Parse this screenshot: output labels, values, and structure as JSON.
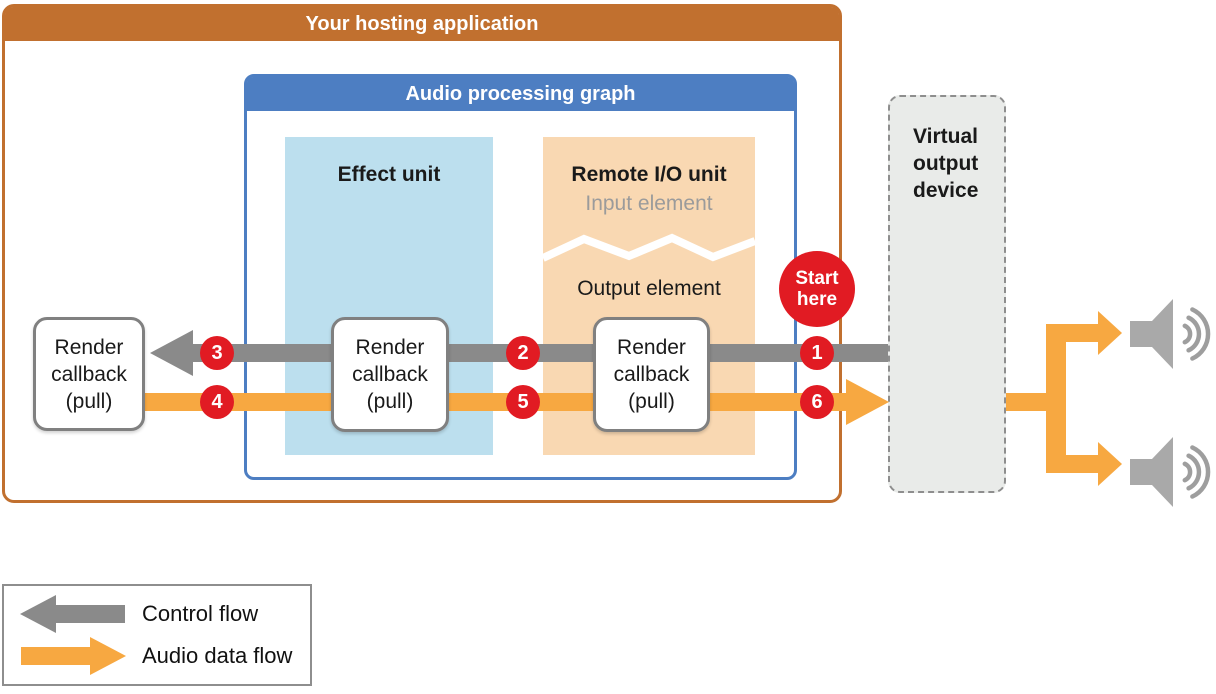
{
  "hosting_app_title": "Your hosting application",
  "audio_graph_title": "Audio processing graph",
  "effect_unit_title": "Effect unit",
  "remote_io_title": "Remote I/O unit",
  "input_element_label": "Input element",
  "output_element_label": "Output element",
  "render_callback_label": "Render callback (pull)",
  "virtual_device_title": "Virtual output device",
  "start_badge_label": "Start here",
  "flow_steps": [
    "1",
    "2",
    "3",
    "4",
    "5",
    "6"
  ],
  "legend": {
    "control_flow": "Control flow",
    "audio_data_flow": "Audio data flow"
  },
  "colors": {
    "hosting_orange": "#c1702f",
    "graph_blue": "#4d7ec2",
    "effect_unit_fill": "#bcdfee",
    "remote_io_fill": "#f9d8b2",
    "badge_red": "#e11b23",
    "control_flow_gray": "#8a8a8a",
    "audio_flow_orange": "#f7a841",
    "virtual_device_fill": "#e9ebe9",
    "muted_text_gray": "#9b9b9b",
    "speaker_gray": "#a9a9a9"
  }
}
